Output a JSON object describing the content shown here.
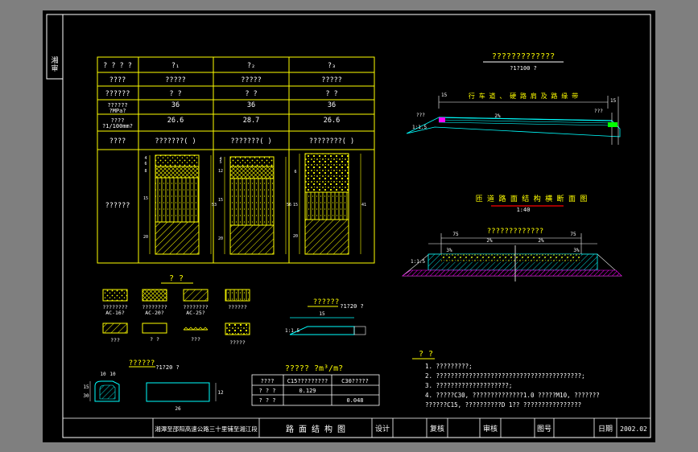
{
  "colors": {
    "outer_background": "#7f7f7f",
    "drawing_background": "#000000",
    "frame": "#ffffff",
    "table_lines": "#ffff00",
    "cyan": "#00ffff",
    "magenta": "#ff00ff",
    "red": "#ff0000",
    "green": "#00ff00"
  },
  "side_stamp": "湘\n审",
  "layer_table": {
    "rows": [
      [
        "? ? ? ?",
        "?₁",
        "?₂",
        "?₃"
      ],
      [
        "????",
        "?????",
        "?????",
        "?????"
      ],
      [
        "??????",
        "?  ?",
        "?  ?",
        "?  ?"
      ],
      [
        "??????\n?MPa?",
        "36",
        "36",
        "36"
      ],
      [
        "????\n?1/100mm?",
        "26.6",
        "28.7",
        "26.6"
      ],
      [
        "????",
        "???????( )",
        "???????( )",
        "????????( )"
      ],
      [
        "??????",
        "",
        "",
        ""
      ]
    ],
    "dim_labels": {
      "a": [
        "4",
        "6",
        "8",
        "15",
        "20"
      ],
      "b": [
        "4",
        "5",
        "12",
        "15",
        "20"
      ],
      "c": [
        "6",
        "15",
        "20"
      ],
      "total_a": "53",
      "total_b": "56",
      "total_c": "41"
    }
  },
  "legend": {
    "title": "?   ?",
    "items": [
      {
        "label": "????????\nAC-16?"
      },
      {
        "label": "????????\nAC-20?"
      },
      {
        "label": "????????\nAC-25?"
      },
      {
        "label": "??????"
      },
      {
        "label": "???"
      },
      {
        "label": "?    ?"
      },
      {
        "label": "???"
      },
      {
        "label": "?????"
      }
    ]
  },
  "section_top": {
    "title": "?????????????",
    "scale": "?1?100 ?",
    "deck_label": "行 车 道 、 硬 路 肩 及 路 缘 带",
    "dims": {
      "left": "15",
      "slope_left": "1:1.5",
      "pct": "2%",
      "right": "15",
      "r1": "???",
      "l1": "???"
    }
  },
  "section_bottom": {
    "title": "匝 道 路 面 结 构 横 断 面 图",
    "scale": "1:40",
    "top_dim": "?????????????",
    "dims": {
      "left": "75",
      "right": "75",
      "pct_l": "2%",
      "pct_r": "2%",
      "l1": "3%",
      "r1": "3%",
      "slope": "1:1.5"
    }
  },
  "curb_detail": {
    "title": "??????",
    "scale": "?1?20 ?",
    "dims": {
      "a": "15",
      "b": "1:1.5"
    }
  },
  "small_detail": {
    "title": "??????",
    "scale": "?1?20 ?",
    "dims": {
      "top": "10",
      "w": "10",
      "h1": "15",
      "h2": "30",
      "rect_w": "26",
      "rect_h": "12"
    }
  },
  "quantity_table": {
    "title": "?????  ?m³/m?",
    "header": [
      "????",
      "C15?????????",
      "C30?????"
    ],
    "rows": [
      [
        "?  ?  ?",
        "0.129",
        ""
      ],
      [
        "?  ?  ?",
        "",
        "0.048"
      ]
    ]
  },
  "notes": {
    "title": "?  ?",
    "lines": [
      "1. ?????????;",
      "2. ????????????????????????????????????????;",
      "3. ????????????????????;",
      "4. ?????C30, ??????????????1.0  ?????M10,   ???????",
      "   ??????C15,   ??????????D  1??   ????????????????"
    ]
  },
  "title_block": {
    "project": "湘潭至邵阳高速公路三十里铺至湘江段",
    "drawing_name": "路 面 结 构 图",
    "design": "设计",
    "review": "复核",
    "approve": "审核",
    "drawing_no": "图号",
    "date_label": "日期",
    "date": "2002.02"
  }
}
